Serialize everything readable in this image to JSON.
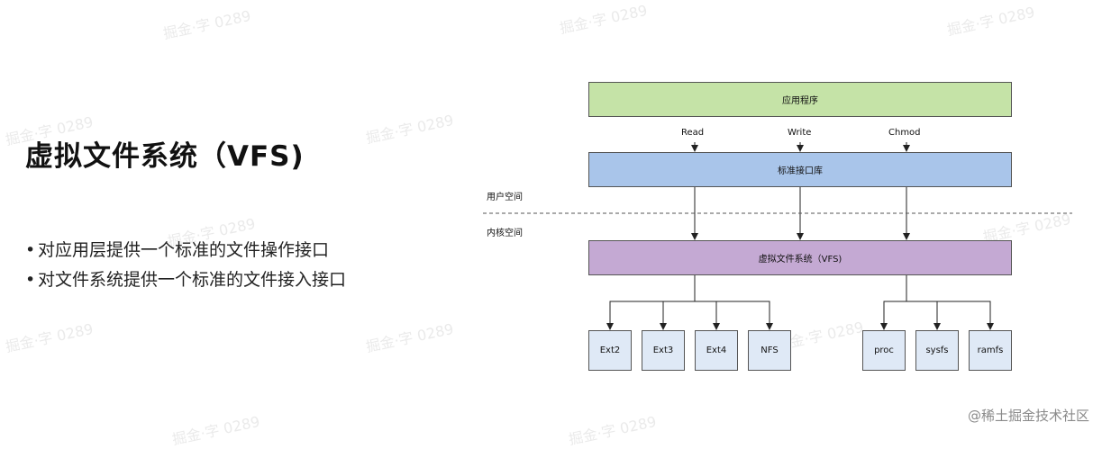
{
  "slide": {
    "title": "虚拟文件系统（VFS)",
    "bullet_marker": "•",
    "bullets": [
      "对应用层提供一个标准的文件操作接口",
      "对文件系统提供一个标准的文件接入接口"
    ]
  },
  "diagram": {
    "app_box": "应用程序",
    "calls": [
      "Read",
      "Write",
      "Chmod"
    ],
    "stdlib_box": "标准接口库",
    "user_space_label": "用户空间",
    "kernel_space_label": "内核空间",
    "vfs_box": "虚拟文件系统（VFS)",
    "filesystems_left": [
      "Ext2",
      "Ext3",
      "Ext4",
      "NFS"
    ],
    "filesystems_right": [
      "proc",
      "sysfs",
      "ramfs"
    ]
  },
  "watermark": "掘金·字 0289",
  "footer": {
    "credit": "@稀土掘金技术社区"
  },
  "colors": {
    "app_fill": "#c5e3a7",
    "stdlib_fill": "#a9c5ea",
    "vfs_fill": "#c4a9d3",
    "leaf_fill": "#dfe9f6",
    "divider": "#555555"
  }
}
